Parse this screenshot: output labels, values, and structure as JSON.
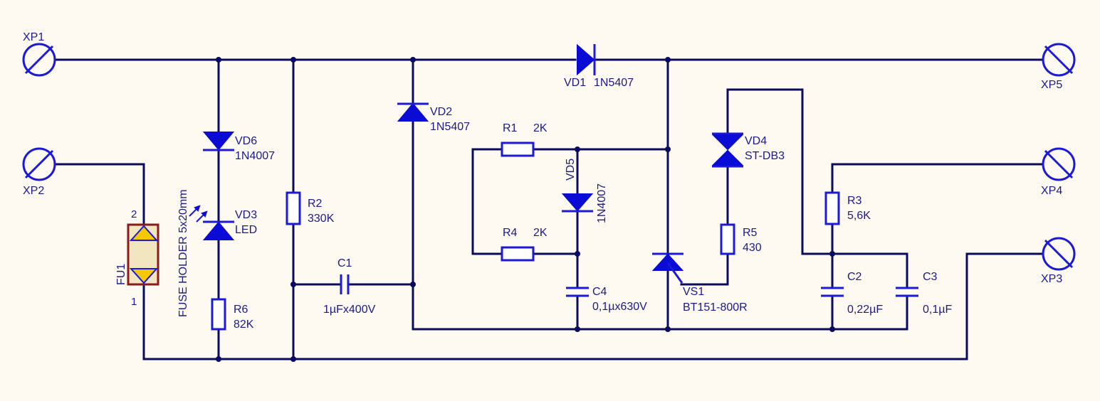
{
  "connectors": {
    "xp1": "XP1",
    "xp2": "XP2",
    "xp3": "XP3",
    "xp4": "XP4",
    "xp5": "XP5"
  },
  "fuse": {
    "ref": "FU1",
    "pin_top": "2",
    "pin_bottom": "1",
    "holder": "FUSE HOLDER 5x20mm"
  },
  "diodes": {
    "vd1": {
      "ref": "VD1",
      "value": "1N5407"
    },
    "vd2": {
      "ref": "VD2",
      "value": "1N5407"
    },
    "vd3": {
      "ref": "VD3",
      "value": "LED"
    },
    "vd4": {
      "ref": "VD4",
      "value": "ST-DB3"
    },
    "vd5": {
      "ref": "VD5",
      "value": "1N4007"
    },
    "vd6": {
      "ref": "VD6",
      "value": "1N4007"
    }
  },
  "thyristor": {
    "ref": "VS1",
    "value": "BT151-800R"
  },
  "resistors": {
    "r1": {
      "ref": "R1",
      "value": "2K"
    },
    "r2": {
      "ref": "R2",
      "value": "330K"
    },
    "r3": {
      "ref": "R3",
      "value": "5,6K"
    },
    "r4": {
      "ref": "R4",
      "value": "2K"
    },
    "r5": {
      "ref": "R5",
      "value": "430"
    },
    "r6": {
      "ref": "R6",
      "value": "82K"
    }
  },
  "capacitors": {
    "c1": {
      "ref": "C1",
      "value": "1µFx400V"
    },
    "c2": {
      "ref": "C2",
      "value": "0,22µF"
    },
    "c3": {
      "ref": "C3",
      "value": "0,1µF"
    },
    "c4": {
      "ref": "C4",
      "value": "0,1µx630V"
    }
  },
  "colors": {
    "wire": "#0a0a5e",
    "component": "#1a1ad8",
    "label": "#1a1a8c",
    "fuse_body": "#f2e6c0",
    "fuse_fill": "#f5c800",
    "fuse_border": "#8b1a1a",
    "background": "#fffaf1"
  }
}
